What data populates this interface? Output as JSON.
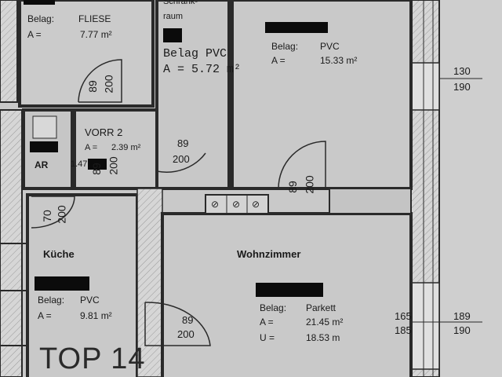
{
  "rooms": {
    "bath": {
      "belag_label": "Belag:",
      "belag_value": "FLIESE",
      "area_label": "A =",
      "area_value": "7.77 m²"
    },
    "schrankraum": {
      "name_partial": "Schrank-",
      "name_line2": "raum",
      "belag_overlay": "Belag PVC",
      "area_overlay": "A  =   5.72 m²"
    },
    "room_top_right": {
      "belag_label": "Belag:",
      "belag_value": "PVC",
      "area_label": "A =",
      "area_value": "15.33 m²"
    },
    "vorr2": {
      "name": "VORR 2",
      "area_label": "A =",
      "area_value": "2.39 m²",
      "extra_value": "1.47"
    },
    "ar": {
      "name": "AR"
    },
    "kueche": {
      "name": "Küche",
      "belag_label": "Belag:",
      "belag_value": "PVC",
      "area_label": "A =",
      "area_value": "9.81 m²"
    },
    "wohnzimmer": {
      "name": "Wohnzimmer",
      "belag_label": "Belag:",
      "belag_value": "Parkett",
      "area_label": "A =",
      "area_value": "21.45 m²",
      "u_label": "U =",
      "u_value": "18.53 m"
    }
  },
  "doors": [
    {
      "width": "89",
      "height": "200"
    },
    {
      "width": "89",
      "height": "200"
    },
    {
      "width": "89",
      "height": "200"
    },
    {
      "width": "70",
      "height": "200"
    },
    {
      "width": "89",
      "height": "200"
    },
    {
      "width": "89",
      "height": "200"
    }
  ],
  "windows": [
    {
      "top": "130",
      "bottom": "190"
    },
    {
      "top": "165",
      "bottom": "185"
    },
    {
      "top": "189",
      "bottom": "190"
    }
  ],
  "unit_label": "TOP 14",
  "appliance_symbols": [
    "⊘",
    "⊘",
    "⊘"
  ],
  "colors": {
    "paper": "#c9c9c9",
    "wall": "#2a2a2a",
    "redaction": "#0b0b0b"
  }
}
